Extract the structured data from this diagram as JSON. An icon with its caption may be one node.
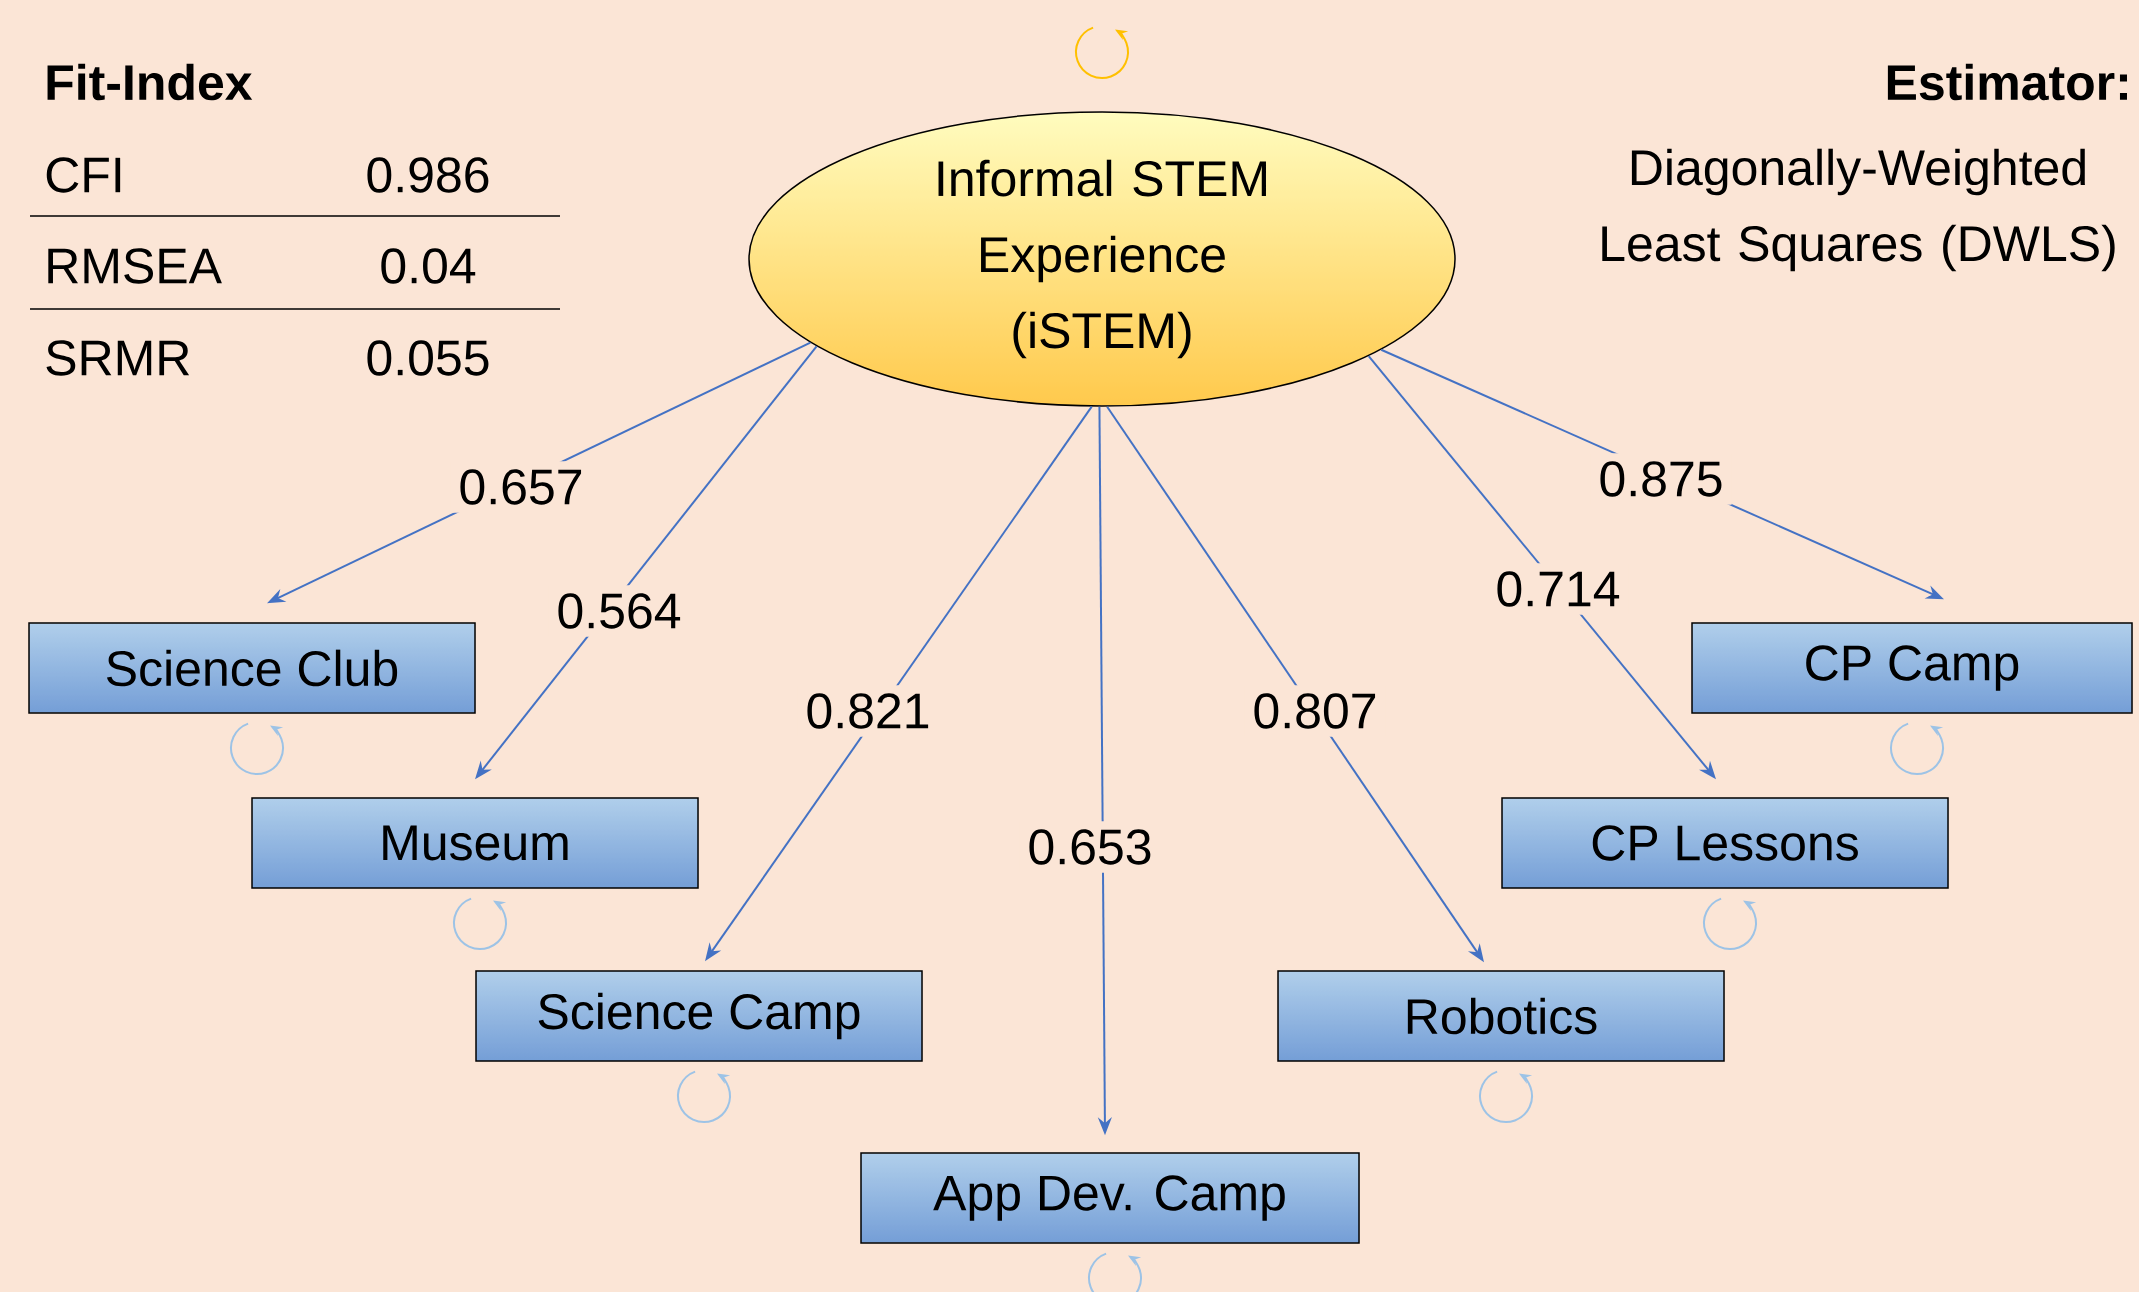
{
  "diagram": {
    "nodes": [
      {
        "text": [
          "Informal STEM Experience (iSTEM)"
        ]
      },
      {
        "text": [
          "Science Club"
        ]
      },
      {
        "text": [
          "Museum"
        ]
      },
      {
        "text": [
          "Science Camp"
        ]
      },
      {
        "text": [
          "App Dev. Camp"
        ]
      },
      {
        "text": [
          "Robotics"
        ]
      },
      {
        "text": [
          "CP Lessons"
        ]
      },
      {
        "text": [
          "CP Camp"
        ]
      }
    ],
    "edges": [
      {
        "from": 0,
        "to": 1,
        "arrow": "to",
        "label": "0.657"
      },
      {
        "from": 0,
        "to": 2,
        "arrow": "to",
        "label": "0.564"
      },
      {
        "from": 0,
        "to": 3,
        "arrow": "to",
        "label": "0.821"
      },
      {
        "from": 0,
        "to": 4,
        "arrow": "to",
        "label": "0.653"
      },
      {
        "from": 0,
        "to": 5,
        "arrow": "to",
        "label": "0.807"
      },
      {
        "from": 0,
        "to": 6,
        "arrow": "to",
        "label": "0.714"
      },
      {
        "from": 0,
        "to": 7,
        "arrow": "to",
        "label": "0.875"
      }
    ],
    "labels": [
      "Fit-Index",
      "CFI",
      "0.986",
      "RMSEA",
      "0.04",
      "SRMR",
      "0.055",
      "Estimator:",
      "Diagonally-Weighted Least Squares (DWLS)"
    ]
  }
}
